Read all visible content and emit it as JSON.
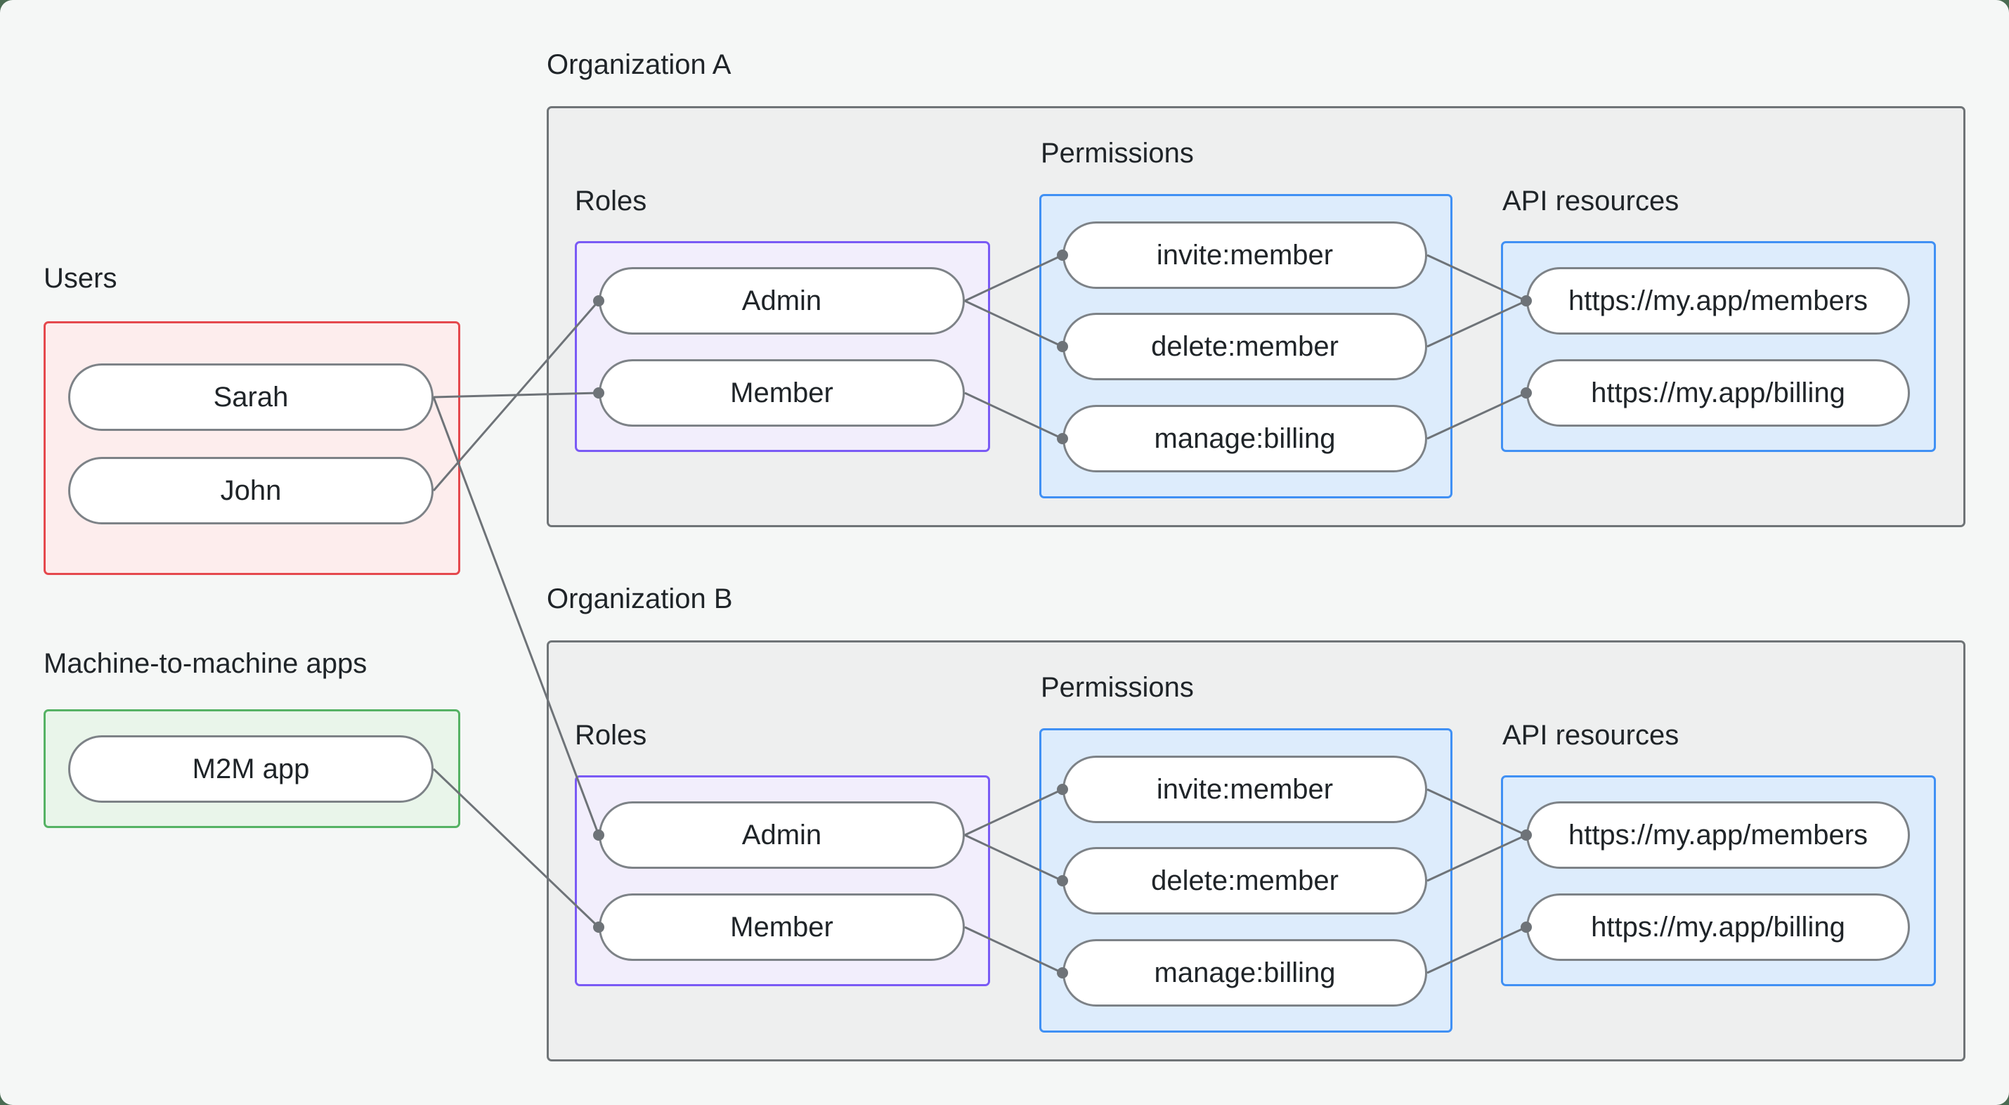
{
  "page": {
    "outer_background": "#4a6b52",
    "panel_background": "#f5f7f6"
  },
  "users": {
    "label": "Users",
    "items": [
      "Sarah",
      "John"
    ]
  },
  "m2m": {
    "label": "Machine-to-machine apps",
    "items": [
      "M2M app"
    ]
  },
  "orgs": [
    {
      "title": "Organization A",
      "roles_label": "Roles",
      "permissions_label": "Permissions",
      "api_label": "API resources",
      "roles": [
        "Admin",
        "Member"
      ],
      "permissions": [
        "invite:member",
        "delete:member",
        "manage:billing"
      ],
      "api_resources": [
        "https://my.app/members",
        "https://my.app/billing"
      ]
    },
    {
      "title": "Organization B",
      "roles_label": "Roles",
      "permissions_label": "Permissions",
      "api_label": "API resources",
      "roles": [
        "Admin",
        "Member"
      ],
      "permissions": [
        "invite:member",
        "delete:member",
        "manage:billing"
      ],
      "api_resources": [
        "https://my.app/members",
        "https://my.app/billing"
      ]
    }
  ],
  "edges": [
    {
      "from": "Sarah",
      "to": "Organization A / Member"
    },
    {
      "from": "John",
      "to": "Organization A / Admin"
    },
    {
      "from": "Sarah",
      "to": "Organization B / Admin"
    },
    {
      "from": "M2M app",
      "to": "Organization B / Member"
    },
    {
      "from": "Organization A / Admin",
      "to": "Organization A / invite:member"
    },
    {
      "from": "Organization A / Admin",
      "to": "Organization A / delete:member"
    },
    {
      "from": "Organization A / Member",
      "to": "Organization A / manage:billing"
    },
    {
      "from": "Organization A / invite:member",
      "to": "Organization A / https://my.app/members"
    },
    {
      "from": "Organization A / delete:member",
      "to": "Organization A / https://my.app/members"
    },
    {
      "from": "Organization A / manage:billing",
      "to": "Organization A / https://my.app/billing"
    },
    {
      "from": "Organization B / Admin",
      "to": "Organization B / invite:member"
    },
    {
      "from": "Organization B / Admin",
      "to": "Organization B / delete:member"
    },
    {
      "from": "Organization B / Member",
      "to": "Organization B / manage:billing"
    },
    {
      "from": "Organization B / invite:member",
      "to": "Organization B / https://my.app/members"
    },
    {
      "from": "Organization B / delete:member",
      "to": "Organization B / https://my.app/members"
    },
    {
      "from": "Organization B / manage:billing",
      "to": "Organization B / https://my.app/billing"
    }
  ],
  "colors": {
    "users_box_border": "#e5484d",
    "users_box_fill": "#fdeded",
    "m2m_box_border": "#55b264",
    "m2m_box_fill": "#e9f5ea",
    "roles_box_border": "#7a5af5",
    "roles_box_fill": "#f2eefc",
    "permissions_box_border": "#4090f4",
    "permissions_box_fill": "#ddecfc",
    "api_box_border": "#4090f4",
    "api_box_fill": "#ddecfc",
    "org_box_border": "#6f7477",
    "org_box_fill": "#eeefef",
    "pill_border": "#7d8287",
    "pill_fill": "#ffffff",
    "connector": "#6e7378",
    "text": "#1f2428"
  }
}
